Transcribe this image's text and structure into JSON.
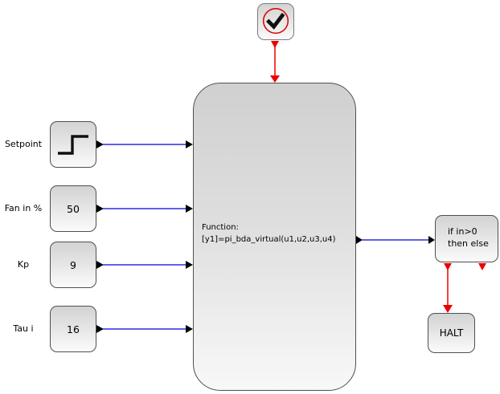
{
  "diagram": {
    "clock_block": {
      "icon": "clock-check"
    },
    "sources": [
      {
        "label": "Setpoint",
        "icon": "step-signal"
      },
      {
        "label": "Fan in %",
        "value": "50"
      },
      {
        "label": "Kp",
        "value": "9"
      },
      {
        "label": "Tau i",
        "value": "16"
      }
    ],
    "function_block": {
      "title": "Function:",
      "expression": "[y1]=pi_bda_virtual(u1,u2,u3,u4)"
    },
    "if_block": {
      "line1": "if in>0",
      "line2": "then else"
    },
    "halt_block": {
      "label": "HALT"
    },
    "colors": {
      "signal_link": "#0000dd",
      "event_link": "#ee0000",
      "port": "#000000",
      "block_border": "#4f4f4f"
    }
  }
}
